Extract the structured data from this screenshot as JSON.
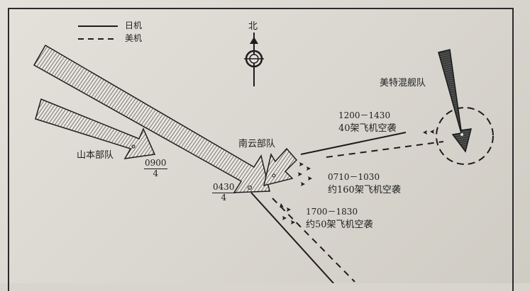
{
  "legend": {
    "solid_label": "日机",
    "dashed_label": "美机"
  },
  "compass": {
    "north_label": "北"
  },
  "forces": {
    "yamamoto": "山本部队",
    "nagumo": "南云部队",
    "us_carriers": "美特混舰队"
  },
  "times": {
    "yamamoto": {
      "time": "0900",
      "date": "4"
    },
    "nagumo": {
      "time": "0430",
      "date": "4"
    }
  },
  "raids": [
    {
      "time": "1200－1430",
      "desc": "40架飞机空袭"
    },
    {
      "time": "0710－1030",
      "desc": "约160架飞机空袭"
    },
    {
      "time": "1700－1830",
      "desc": "约50架飞机空袭"
    }
  ],
  "colors": {
    "ink": "#1d1d1d",
    "hatch": "#6a6a6a",
    "dark_arrow": "#2e2e2e"
  }
}
